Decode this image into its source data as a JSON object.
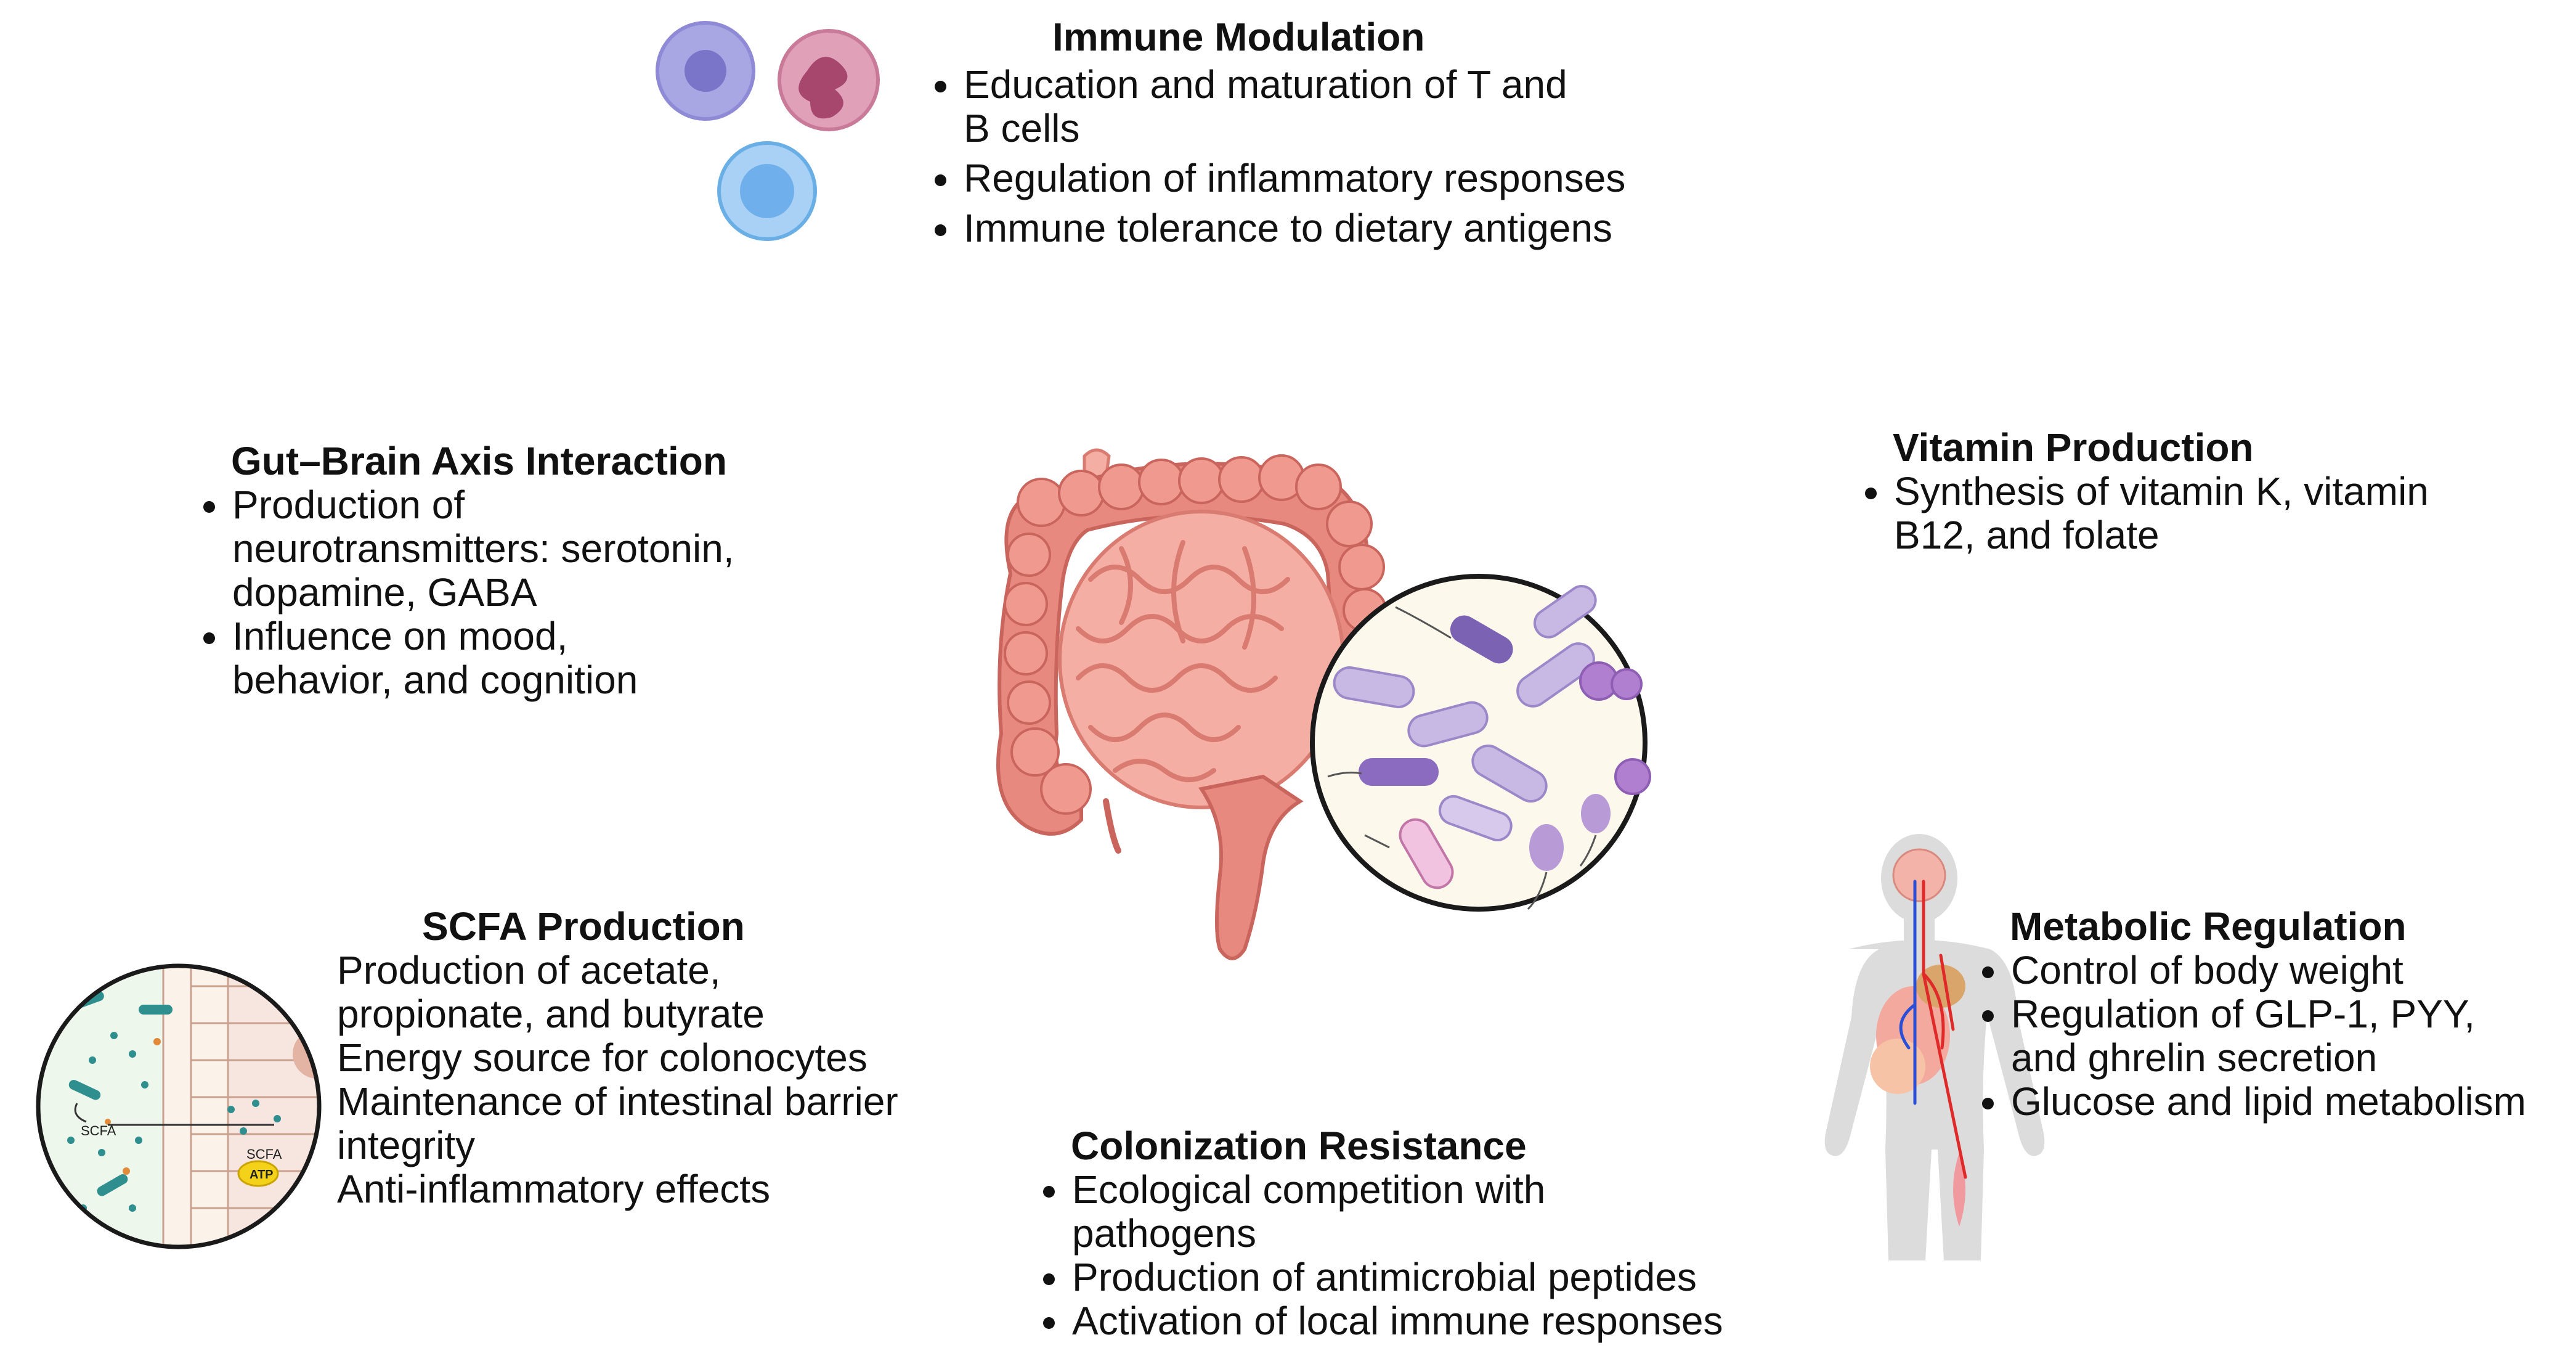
{
  "immune_modulation": {
    "title": "Immune Modulation",
    "items": [
      "Education and maturation of T and B cells",
      "Regulation of inflammatory responses",
      "Immune tolerance to dietary antigens"
    ]
  },
  "gut_brain_axis": {
    "title": "Gut–Brain Axis Interaction",
    "items": [
      "Production of neurotransmitters: serotonin, dopamine, GABA",
      "Influence on mood, behavior, and cognition"
    ]
  },
  "vitamin_production": {
    "title": "Vitamin Production",
    "items": [
      "Synthesis of vitamin K, vitamin B12, and folate"
    ]
  },
  "scfa_production": {
    "title": "SCFA Production",
    "items": [
      "Production of acetate, propionate, and butyrate",
      "Energy source for colonocytes",
      "Maintenance of intestinal barrier integrity",
      "Anti-inflammatory effects"
    ],
    "illustration_labels": {
      "scfa_left": "SCFA",
      "scfa_right": "SCFA",
      "atp": "ATP"
    }
  },
  "metabolic_regulation": {
    "title": "Metabolic Regulation",
    "items": [
      "Control of body weight",
      "Regulation of GLP-1, PYY, and ghrelin secretion",
      "Glucose and lipid metabolism"
    ]
  },
  "colonization_resistance": {
    "title": "Colonization Resistance",
    "items": [
      "Ecological competition with pathogens",
      "Production of antimicrobial peptides",
      "Activation of local immune responses"
    ]
  },
  "colors": {
    "intestine": "#e8897f",
    "intestine_light": "#f4aea3",
    "bacteria_purple": "#b9a6d8",
    "immune_blue": "#8fc3ee",
    "scfa_teal": "#2f8f8f",
    "body_gray": "#dcdcdc",
    "artery_red": "#e02a2a",
    "vein_blue": "#2a4fd6"
  },
  "icons": [
    "immune-cells-icon",
    "intestine-icon",
    "microbiota-magnifier-icon",
    "scfa-colon-icon",
    "human-body-icon"
  ]
}
